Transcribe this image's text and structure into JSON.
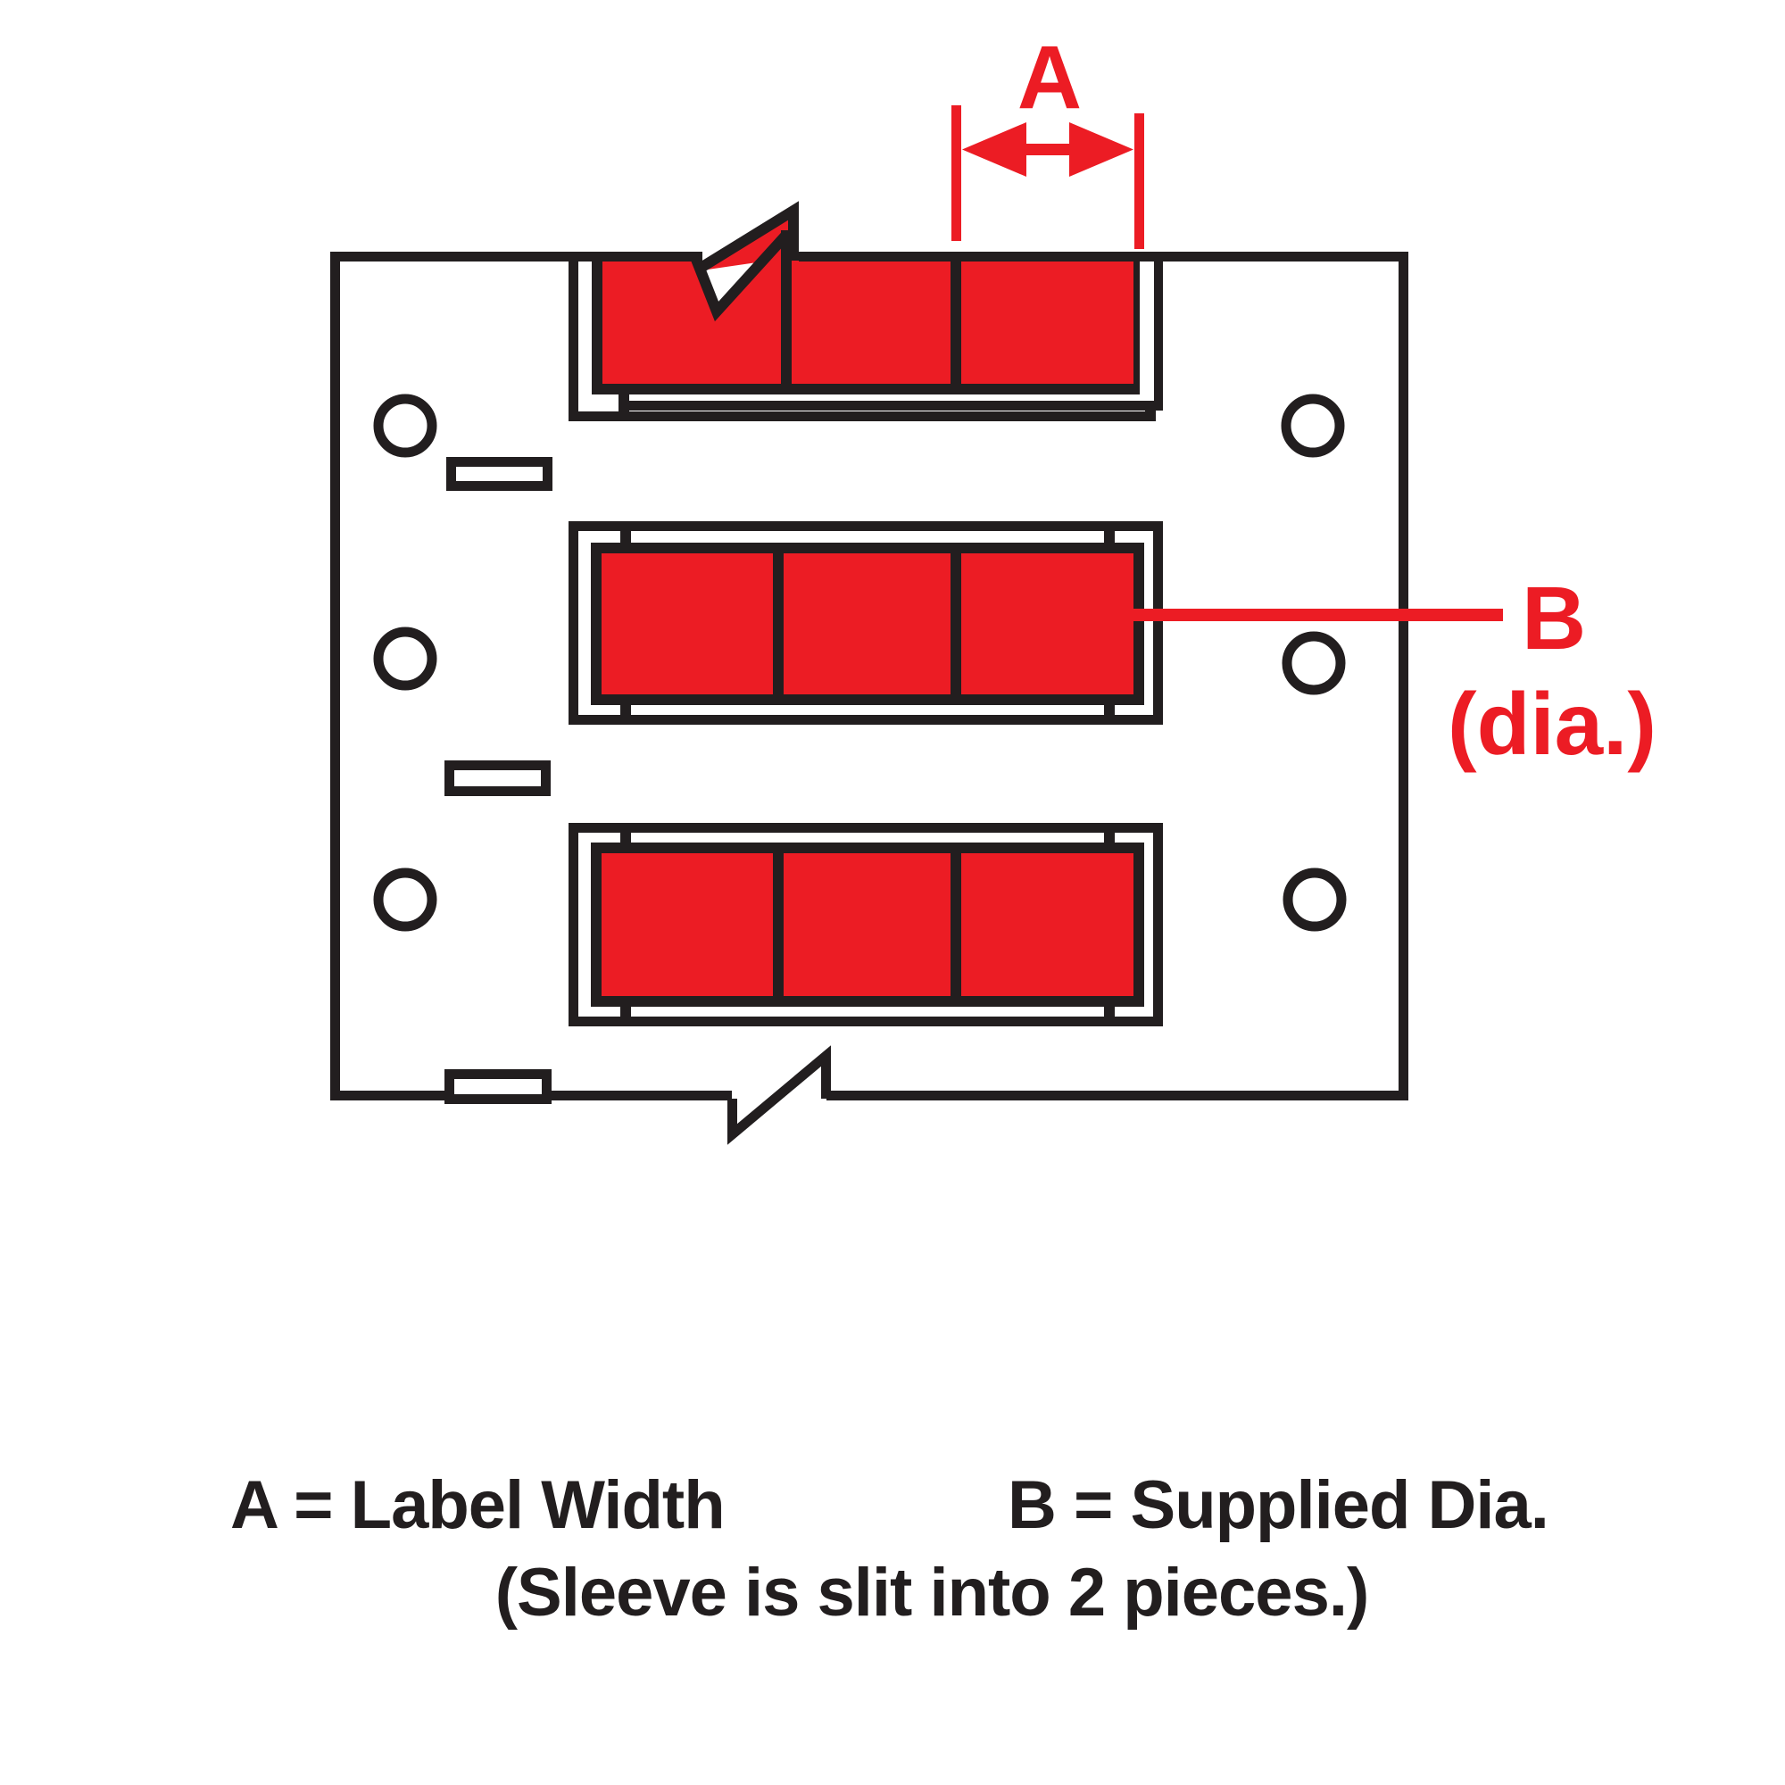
{
  "diagram": {
    "title_visible": false,
    "type": "wire-marker-sleeve-dimension-diagram",
    "colors": {
      "accent_red": "#ec1c24",
      "line_black": "#221e1f",
      "background": "#ffffff"
    },
    "dimension_a": {
      "label": "A"
    },
    "callout_b": {
      "label": "B",
      "sublabel": "(dia.)"
    },
    "carrier": {
      "sleeve_rows": 3,
      "segments_per_row": 3,
      "punch_holes": 6,
      "slots": 3,
      "torn_edges": [
        "top",
        "bottom"
      ]
    },
    "legend": {
      "a_definition": "A = Label Width",
      "b_definition": "B = Supplied Dia.",
      "note": "(Sleeve is slit into 2 pieces.)"
    }
  }
}
